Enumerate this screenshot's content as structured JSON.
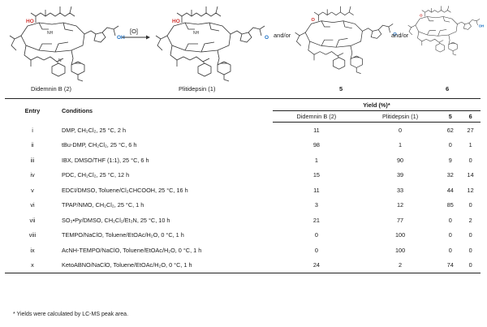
{
  "scheme": {
    "reactant_label": "Didemnin B (2)",
    "product_label": "Plitidepsin (1)",
    "arrow_label": "[O]",
    "andor_1": "and/or",
    "andor_2": "and/or",
    "compound_5": "5",
    "compound_6": "6",
    "atom_ho": "HO",
    "atom_oh": "OH",
    "atom_o": "O",
    "atom_nh": "NH",
    "atom_n": "N",
    "colors": {
      "red": "#d0312d",
      "blue": "#1a6fc4",
      "bond": "#333333"
    }
  },
  "table": {
    "col_entry": "Entry",
    "col_conditions": "Conditions",
    "col_yield": "Yield (%)*",
    "subcols": [
      "Didemnin B (2)",
      "Plitidepsin (1)",
      "5",
      "6"
    ],
    "rows": [
      {
        "entry": "i",
        "conditions": "DMP, CH₂Cl₂, 25 °C, 2 h",
        "y": [
          "11",
          "0",
          "62",
          "27"
        ]
      },
      {
        "entry": "ii",
        "conditions": "tBu-DMP, CH₂Cl₂, 25 °C, 6 h",
        "y": [
          "98",
          "1",
          "0",
          "1"
        ]
      },
      {
        "entry": "iii",
        "conditions": "IBX, DMSO/THF (1:1), 25 °C, 6 h",
        "y": [
          "1",
          "90",
          "9",
          "0"
        ]
      },
      {
        "entry": "iv",
        "conditions": "PDC, CH₂Cl₂, 25 °C, 12 h",
        "y": [
          "15",
          "39",
          "32",
          "14"
        ]
      },
      {
        "entry": "v",
        "conditions": "EDCI/DMSO, Toluene/Cl₂CHCOOH, 25 °C, 16 h",
        "y": [
          "11",
          "33",
          "44",
          "12"
        ]
      },
      {
        "entry": "vi",
        "conditions": "TPAP/NMO, CH₂Cl₂, 25 °C, 1 h",
        "y": [
          "3",
          "12",
          "85",
          "0"
        ]
      },
      {
        "entry": "vii",
        "conditions": "SO₃•Py/DMSO, CH₂Cl₂/Et₃N, 25 °C, 10 h",
        "y": [
          "21",
          "77",
          "0",
          "2"
        ]
      },
      {
        "entry": "viii",
        "conditions": "TEMPO/NaClO, Toluene/EtOAc/H₂O, 0 °C, 1 h",
        "y": [
          "0",
          "100",
          "0",
          "0"
        ]
      },
      {
        "entry": "ix",
        "conditions": "AcNH-TEMPO/NaClO, Toluene/EtOAc/H₂O, 0 °C, 1 h",
        "y": [
          "0",
          "100",
          "0",
          "0"
        ]
      },
      {
        "entry": "x",
        "conditions": "KetoABNO/NaClO, Toluene/EtOAc/H₂O, 0 °C, 1 h",
        "y": [
          "24",
          "2",
          "74",
          "0"
        ]
      }
    ]
  },
  "footnote": "* Yields were calculated by LC-MS peak area."
}
